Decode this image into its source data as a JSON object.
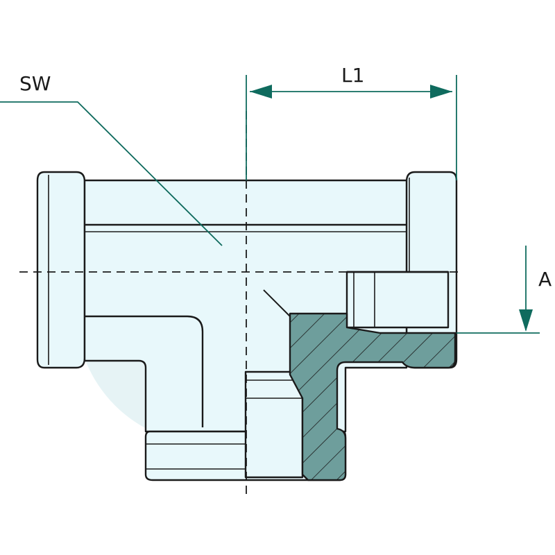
{
  "labels": {
    "sw": "SW",
    "l1": "L1",
    "a": "A"
  },
  "colors": {
    "body_fill": "#e8f8fb",
    "shade_fill": "#d2ebee",
    "section_fill": "#6e9e9c",
    "dimension_line": "#0f6b5e",
    "outline": "#1a1a1a"
  }
}
